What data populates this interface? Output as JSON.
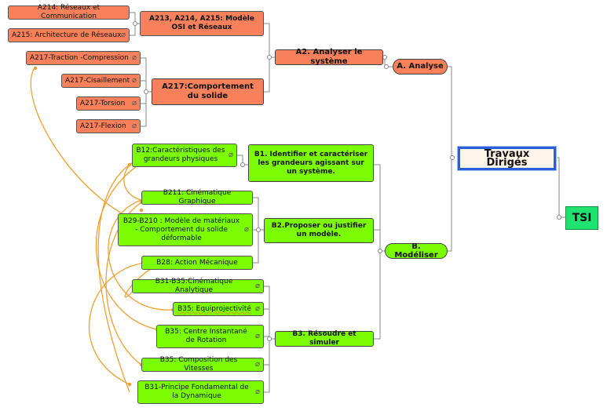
{
  "root": {
    "label": "Travaux Dirigés"
  },
  "tsi": {
    "label": "TSI"
  },
  "analyse": {
    "label": "A. Analyse",
    "a2": {
      "label": "A2. Analyser le système"
    },
    "a213": {
      "label": "A213, A214, A215: Modèle OSI et Réseaux"
    },
    "a214": {
      "label": "A214: Réseaux et Communication"
    },
    "a215": {
      "label": "A215: Architecture de Réseaux"
    },
    "a217": {
      "label": "A217:Comportement du solide"
    },
    "a217_tc": {
      "label": "A217-Traction -Compression"
    },
    "a217_cis": {
      "label": "A217-Cisaillement"
    },
    "a217_tor": {
      "label": "A217-Torsion"
    },
    "a217_flex": {
      "label": "A217-Flexion"
    }
  },
  "modeliser": {
    "label": "B. Modéliser",
    "b1": {
      "label": "B1. Identifier et caractériser les grandeurs agissant sur un système."
    },
    "b2": {
      "label": "B2.Proposer ou justifier un modèle."
    },
    "b3": {
      "label": "B3. Résoudre et simuler"
    },
    "b12": {
      "label": "B12:Caractéristiques des grandeurs physiques"
    },
    "b211": {
      "label": "B211: Cinématique Graphique"
    },
    "b29": {
      "label": "B29-B210 : Modèle de matériaux - Comportement du solide déformable"
    },
    "b28": {
      "label": "B28:  Action Mécanique"
    },
    "b31": {
      "label": "B31-B35:Cinématique Analytique"
    },
    "b35a": {
      "label": "B35: Equiprojectivité"
    },
    "b35b": {
      "label": "B35: Centre Instantané de Rotation"
    },
    "b35c": {
      "label": "B35: Composition des Vitesses"
    },
    "b31pf": {
      "label": "B31-Principe Fondamental de la Dynamique"
    }
  },
  "attachment_icon": "paperclip-icon",
  "colors": {
    "analyse": "#f8805a",
    "modeliser": "#7cfc00",
    "root_border": "#2b5fd9",
    "tsi": "#1ee36e",
    "relation": "#f0a030"
  }
}
